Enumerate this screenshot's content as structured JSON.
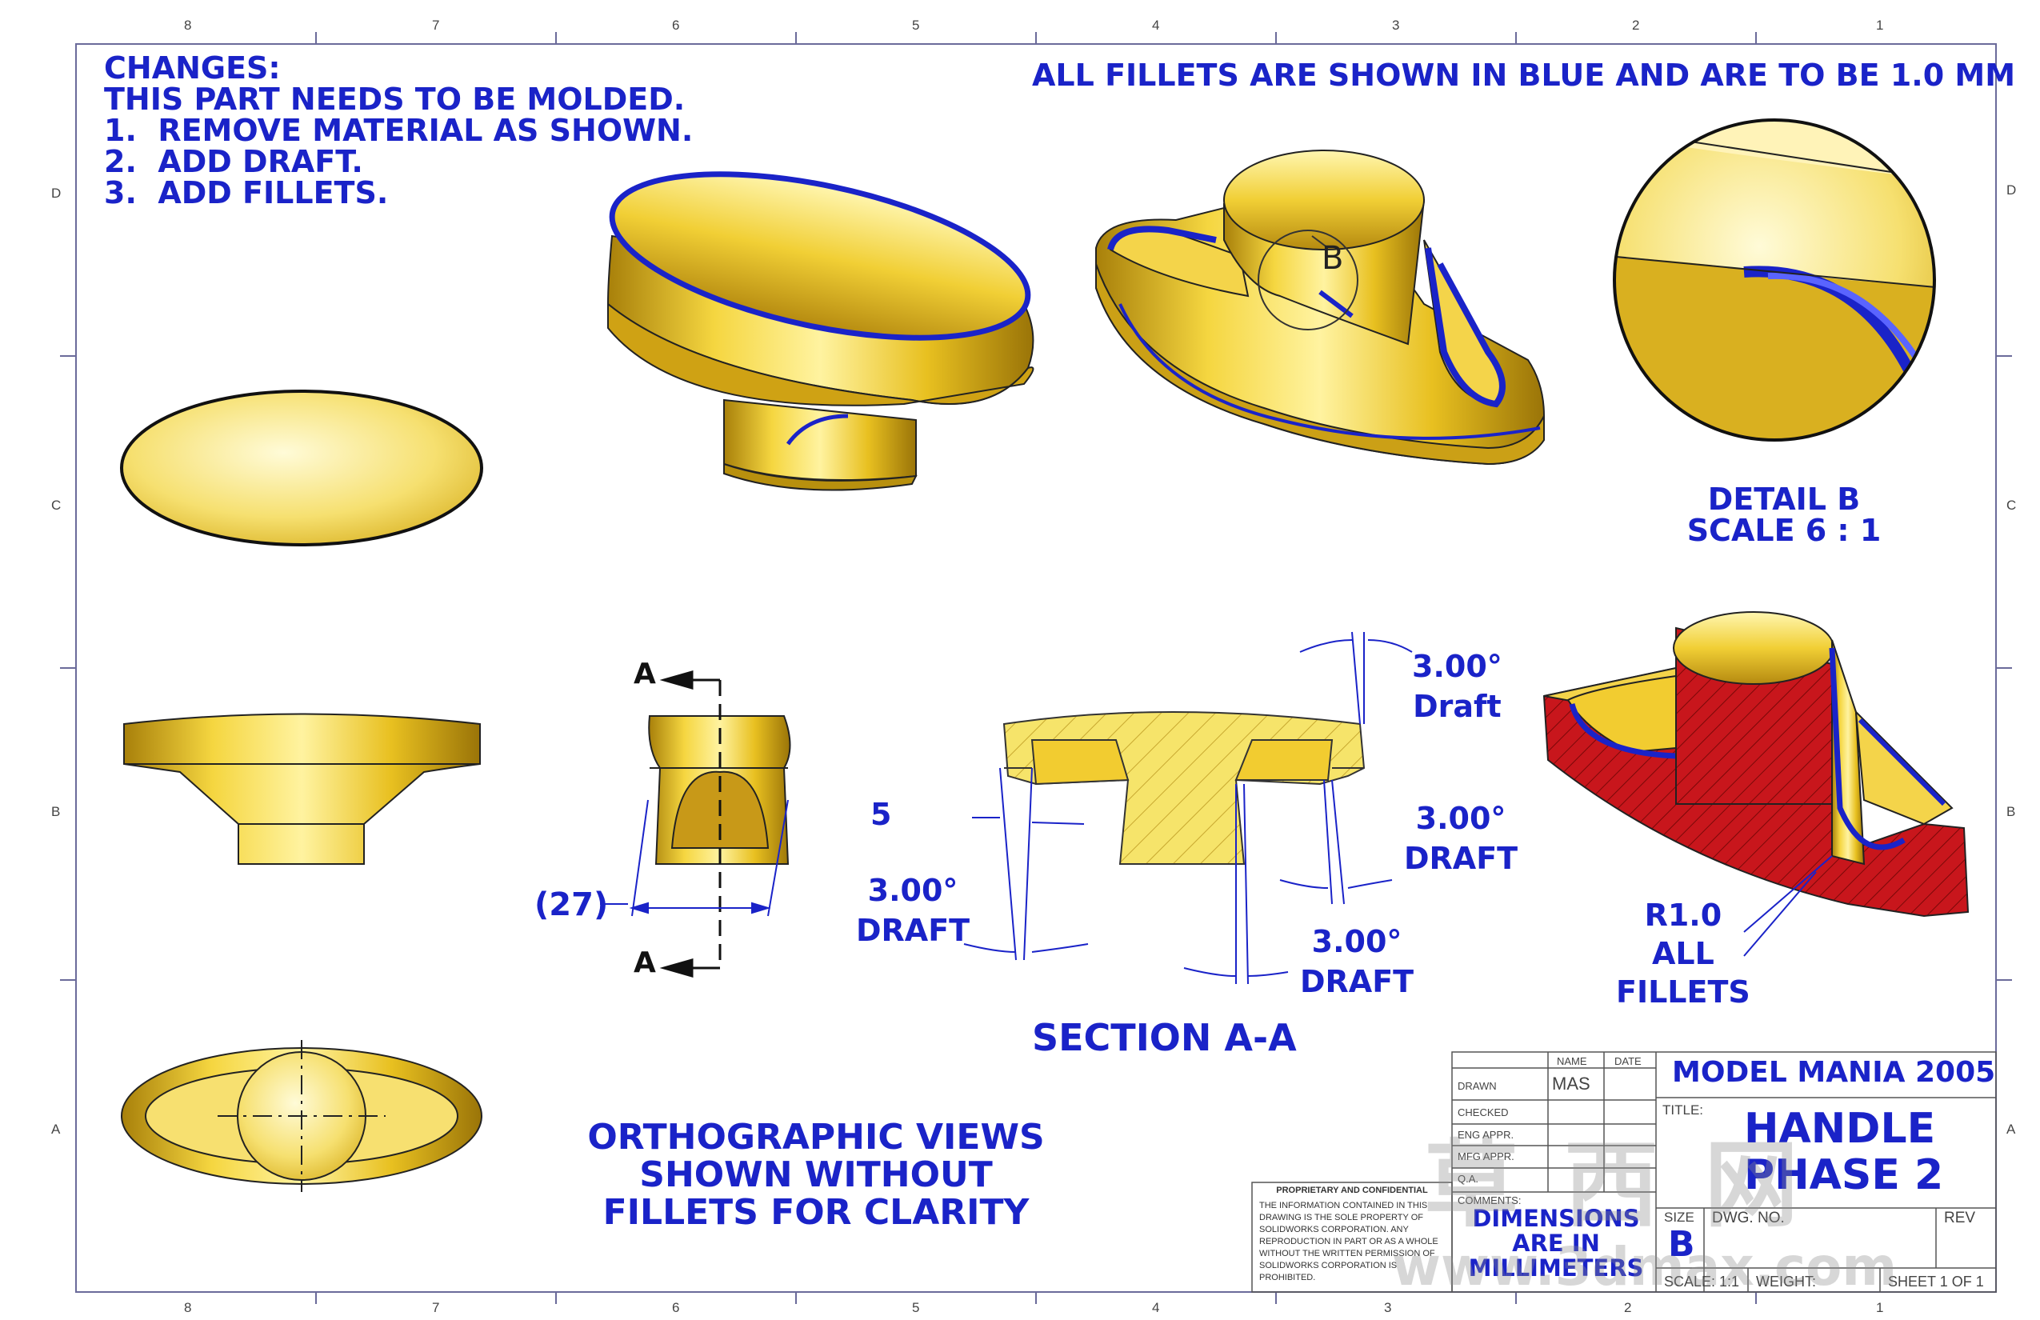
{
  "border": {
    "top_zones": [
      "8",
      "7",
      "6",
      "5",
      "4",
      "3",
      "2",
      "1"
    ],
    "bottom_zones": [
      "8",
      "7",
      "6",
      "5",
      "4",
      "3",
      "2",
      "1"
    ],
    "left_zones": [
      "D",
      "C",
      "B",
      "A"
    ],
    "right_zones": [
      "D",
      "C",
      "B",
      "A"
    ]
  },
  "notes": {
    "heading": "CHANGES:",
    "line1": "THIS PART NEEDS TO BE MOLDED.",
    "item1": "1.  REMOVE MATERIAL AS SHOWN.",
    "item2": "2.  ADD DRAFT.",
    "item3": "3.  ADD FILLETS."
  },
  "fillet_note": "ALL FILLETS ARE SHOWN IN BLUE AND ARE TO BE 1.0 MM",
  "detail": {
    "label": "B",
    "title": "DETAIL B",
    "scale": "SCALE 6 : 1"
  },
  "ortho_note": {
    "line1": "ORTHOGRAPHIC VIEWS",
    "line2": "SHOWN WITHOUT",
    "line3": "FILLETS FOR CLARITY"
  },
  "section": {
    "title": "SECTION A-A",
    "cut_label": "A",
    "dim_ref": "27",
    "dim_5": "5",
    "draft_tr_value": "3.00°",
    "draft_tr_word": "Draft",
    "draft_r_value": "3.00°",
    "draft_r_word": "DRAFT",
    "draft_l_value": "3.00°",
    "draft_l_word": "DRAFT",
    "draft_b_value": "3.00°",
    "draft_b_word": "DRAFT"
  },
  "fillet_callout": {
    "line1": "R1.0",
    "line2": "ALL",
    "line3": "FILLETS"
  },
  "title_block": {
    "name_hdr": "NAME",
    "date_hdr": "DATE",
    "drawn": "DRAWN",
    "drawn_name": "MAS",
    "checked": "CHECKED",
    "eng_appr": "ENG APPR.",
    "mfg_appr": "MFG APPR.",
    "qa": "Q.A.",
    "comments": "COMMENTS:",
    "company": "MODEL MANIA 2005",
    "title_lbl": "TITLE:",
    "title1": "HANDLE",
    "title2": "PHASE 2",
    "prop_title": "PROPRIETARY AND CONFIDENTIAL",
    "prop_l1": "THE INFORMATION CONTAINED IN THIS",
    "prop_l2": "DRAWING IS THE SOLE PROPERTY OF",
    "prop_l3": "SOLIDWORKS CORPORATION.  ANY",
    "prop_l4": "REPRODUCTION IN PART OR AS A WHOLE",
    "prop_l5": "WITHOUT THE WRITTEN PERMISSION OF",
    "prop_l6": "SOLIDWORKS CORPORATION IS",
    "prop_l7": "PROHIBITED.",
    "dims1": "DIMENSIONS",
    "dims2": "ARE IN",
    "dims3": "MILLIMETERS",
    "size_lbl": "SIZE",
    "size": "B",
    "dwg_lbl": "DWG.  NO.",
    "rev_lbl": "REV",
    "scale": "SCALE: 1:1",
    "weight": "WEIGHT:",
    "sheet": "SHEET 1 OF 1"
  },
  "watermark": {
    "cn": "草 西 网",
    "url": "www.3dmax.com"
  },
  "colors": {
    "gold": "#e8c020",
    "fillet_blue": "#1a23c8",
    "section_red": "#c01818",
    "text_blue": "#1a23c8"
  }
}
